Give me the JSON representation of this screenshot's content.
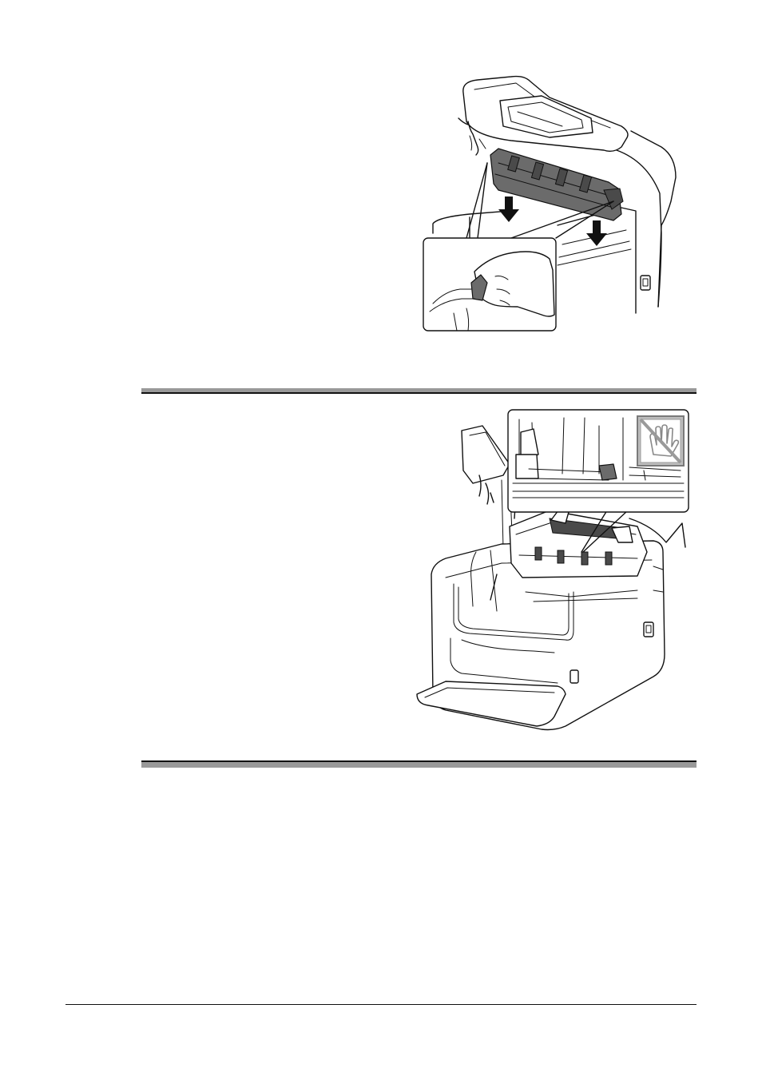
{
  "figures": {
    "top": {
      "icon": "printer-fuser-install-illustration",
      "detail": "hand-holding-fuser-lever-detail"
    },
    "bottom": {
      "icon": "printer-open-fuser-unit-illustration",
      "detail": "do-not-touch-hand-icon"
    }
  },
  "colors": {
    "line": "#111111",
    "fuser_gray": "#6b6b6b",
    "rule_gray": "#999999"
  }
}
